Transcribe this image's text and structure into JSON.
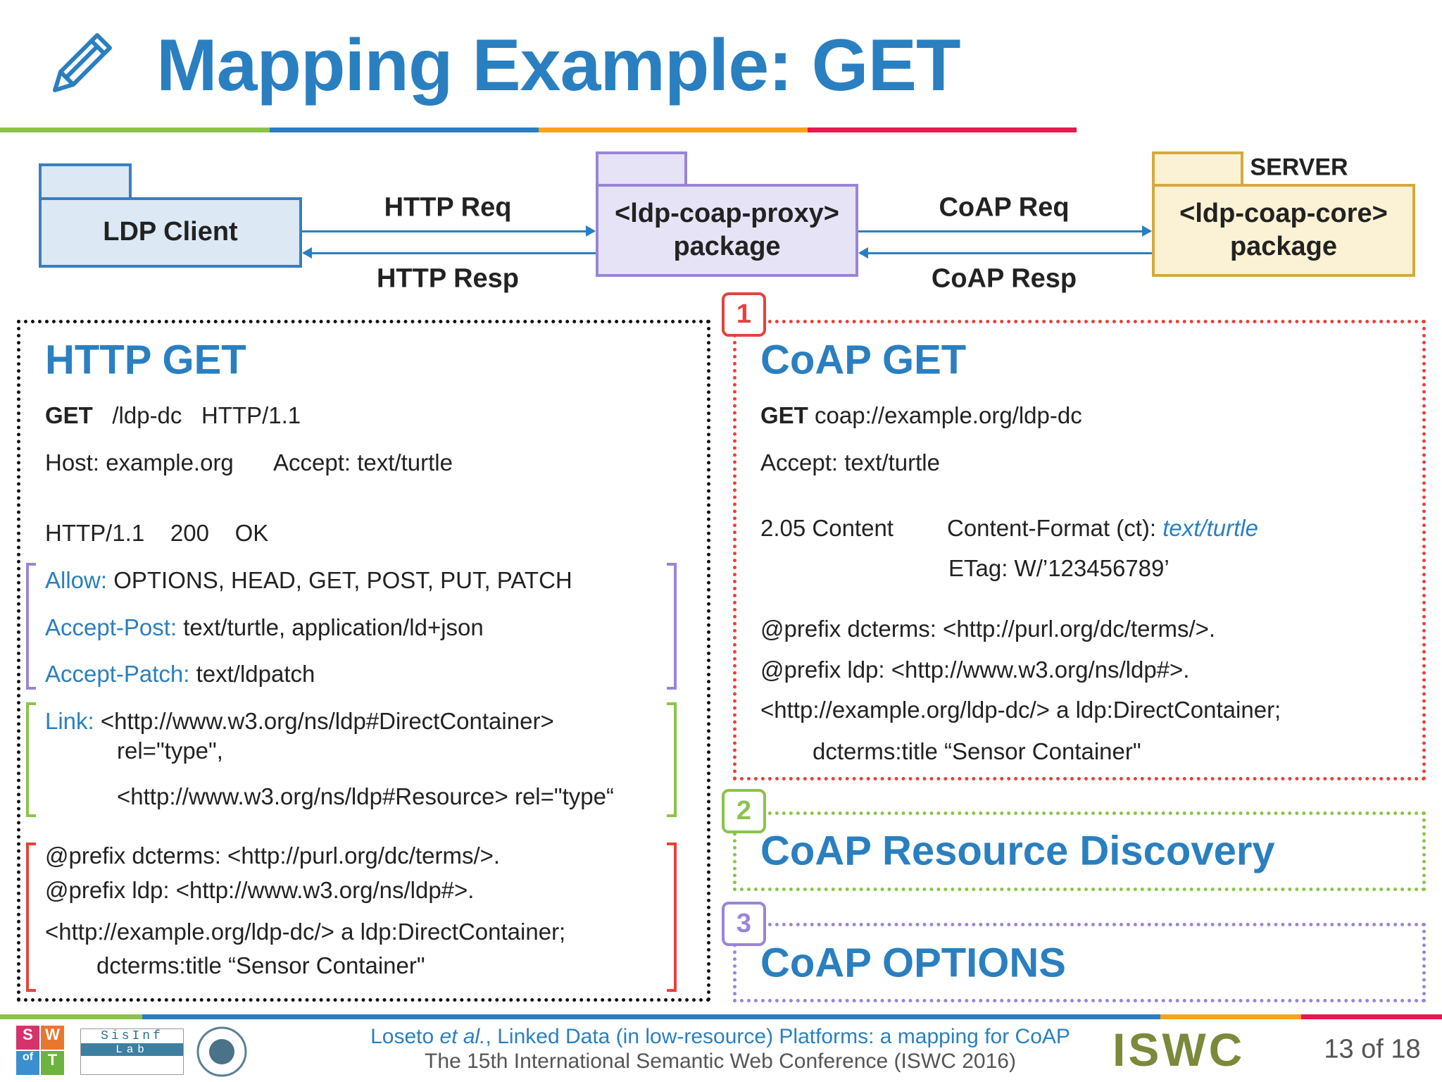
{
  "title": "Mapping Example: GET",
  "colors": {
    "accent": "#2a7fc0",
    "green": "#8bc34a",
    "orange": "#f7a21b",
    "red": "#e8174f",
    "purple": "#9a85d6",
    "client_fill": "#dce8f3",
    "proxy_fill": "#e7e3f7",
    "server_fill": "#fbf1d4"
  },
  "icons": {
    "title": "pencil-icon"
  },
  "diagram": {
    "client": "LDP Client",
    "proxy": [
      "<ldp-coap-proxy>",
      "package"
    ],
    "server_tag": "SERVER",
    "core": [
      "<ldp-coap-core>",
      "package"
    ],
    "http_req": "HTTP Req",
    "http_resp": "HTTP Resp",
    "coap_req": "CoAP Req",
    "coap_resp": "CoAP Resp"
  },
  "http": {
    "heading": "HTTP GET",
    "req_method": "GET",
    "req_path": "/ldp-dc",
    "req_version": "HTTP/1.1",
    "host": "Host: example.org",
    "accept": "Accept: text/turtle",
    "status": [
      "HTTP/1.1",
      "200",
      "OK"
    ],
    "allow_k": "Allow:",
    "allow_v": " OPTIONS, HEAD, GET, POST, PUT, PATCH",
    "accept_post_k": "Accept-Post:",
    "accept_post_v": " text/turtle, application/ld+json",
    "accept_patch_k": "Accept-Patch:",
    "accept_patch_v": " text/ldpatch",
    "link_k": "Link:",
    "link_v1": " <http://www.w3.org/ns/ldp#DirectContainer>",
    "link_v2": "rel=\"type\",",
    "link_v3": "<http://www.w3.org/ns/ldp#Resource> rel=\"type“",
    "body": [
      "@prefix dcterms: <http://purl.org/dc/terms/>.",
      "@prefix ldp: <http://www.w3.org/ns/ldp#>.",
      "<http://example.org/ldp-dc/> a ldp:DirectContainer;",
      "dcterms:title “Sensor Container\""
    ]
  },
  "coap": {
    "badge": "1",
    "heading": "CoAP GET",
    "req_method": "GET",
    "req_uri": " coap://example.org/ldp-dc",
    "accept": "Accept: text/turtle",
    "status": "2.05 Content",
    "ct_k": "Content-Format (ct): ",
    "ct_v": "text/turtle",
    "etag": "ETag: W/’123456789’",
    "body": [
      "@prefix dcterms: <http://purl.org/dc/terms/>.",
      "@prefix ldp: <http://www.w3.org/ns/ldp#>.",
      "<http://example.org/ldp-dc/> a ldp:DirectContainer;",
      "dcterms:title “Sensor Container\""
    ]
  },
  "discovery": {
    "badge": "2",
    "heading": "CoAP Resource Discovery"
  },
  "options": {
    "badge": "3",
    "heading": "CoAP OPTIONS"
  },
  "footer": {
    "cite_a": "Loseto ",
    "cite_em": "et al.",
    "cite_b": ", Linked Data (in low-resource) Platforms: a mapping for CoAP",
    "conf": "The 15th International Semantic Web Conference (ISWC 2016)",
    "page": "13 of 18",
    "logos": {
      "swot": [
        "S",
        "W",
        "of",
        "T"
      ],
      "sisinf": [
        "SisInf",
        "Lab"
      ],
      "iswc": "ISWC"
    }
  }
}
